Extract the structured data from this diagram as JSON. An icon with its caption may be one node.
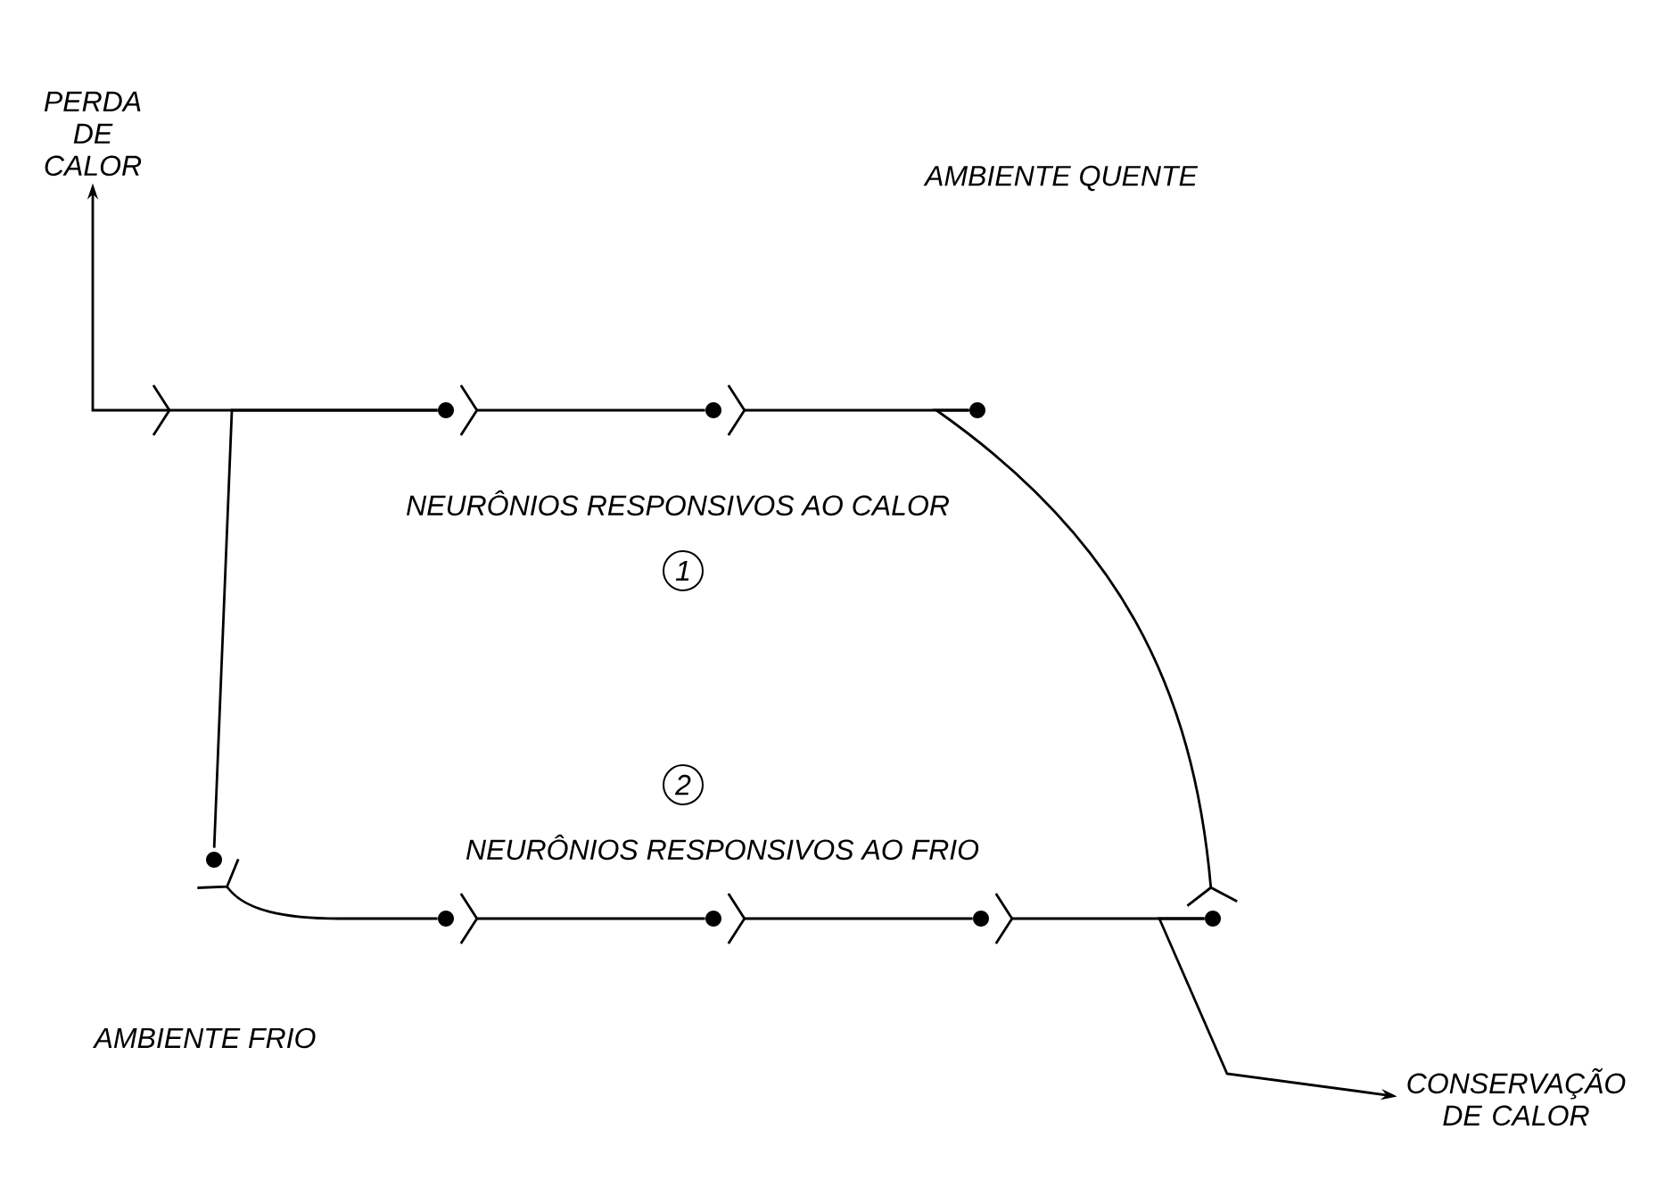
{
  "diagram": {
    "nodes": [
      {
        "text": [
          "PERDA DE CALOR"
        ]
      },
      {
        "text": [],
        "shape": "circle"
      },
      {
        "text": [],
        "shape": "circle"
      },
      {
        "text": [],
        "shape": "circle"
      },
      {
        "text": [],
        "shape": "circle"
      },
      {
        "text": [],
        "shape": "circle"
      },
      {
        "text": [],
        "shape": "circle"
      },
      {
        "text": [],
        "shape": "circle"
      },
      {
        "text": [],
        "shape": "circle"
      },
      {
        "text": [
          "CONSERVAÇÃO DE CALOR"
        ]
      }
    ],
    "edges": [
      {
        "from": 1,
        "to": 0,
        "arrow": "to"
      },
      {
        "from": 2,
        "to": 1,
        "arrow": "other"
      },
      {
        "from": 3,
        "to": 2,
        "arrow": "other"
      },
      {
        "from": 1,
        "to": 4,
        "arrow": "none"
      },
      {
        "from": 5,
        "to": 4,
        "arrow": "other"
      },
      {
        "from": 6,
        "to": 5,
        "arrow": "other"
      },
      {
        "from": 7,
        "to": 6,
        "arrow": "other"
      },
      {
        "from": 8,
        "to": 7,
        "arrow": "other"
      },
      {
        "from": 3,
        "to": 8,
        "arrow": "other"
      },
      {
        "from": 8,
        "to": 9,
        "arrow": "to"
      }
    ],
    "labels": [
      "AMBIENTE QUENTE",
      "NEURÔNIOS RESPONSIVOS AO CALOR",
      "1",
      "2",
      "NEURÔNIOS RESPONSIVOS AO FRIO",
      "AMBIENTE FRIO"
    ]
  }
}
